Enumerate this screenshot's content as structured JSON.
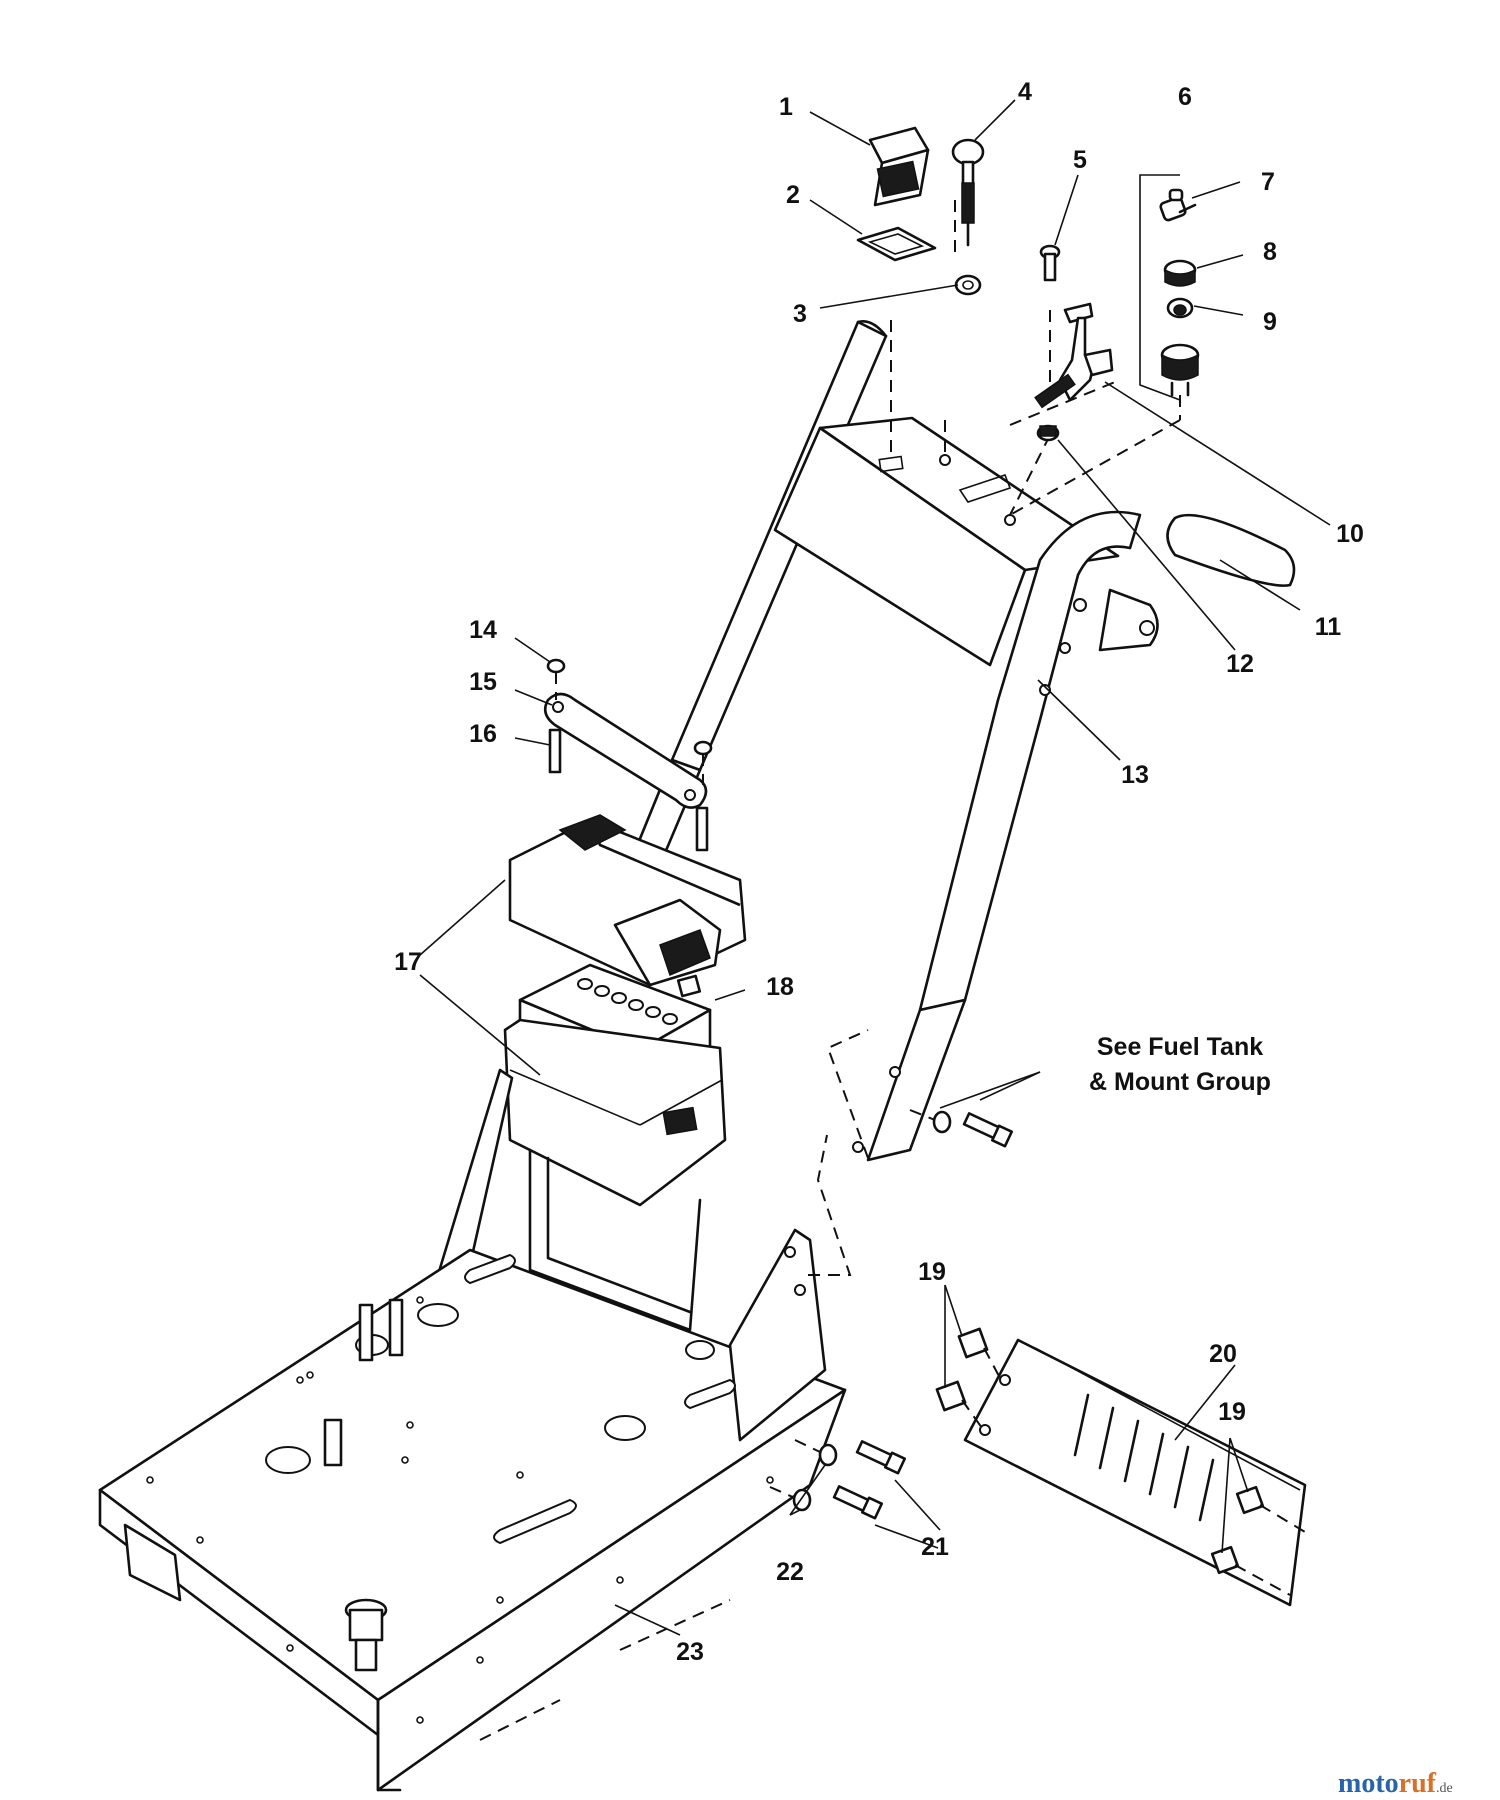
{
  "diagram": {
    "callouts": [
      {
        "id": "1",
        "text": "1"
      },
      {
        "id": "2",
        "text": "2"
      },
      {
        "id": "3",
        "text": "3"
      },
      {
        "id": "4",
        "text": "4"
      },
      {
        "id": "5",
        "text": "5"
      },
      {
        "id": "6",
        "text": "6"
      },
      {
        "id": "7",
        "text": "7"
      },
      {
        "id": "8",
        "text": "8"
      },
      {
        "id": "9",
        "text": "9"
      },
      {
        "id": "10",
        "text": "10"
      },
      {
        "id": "11",
        "text": "11"
      },
      {
        "id": "12",
        "text": "12"
      },
      {
        "id": "13",
        "text": "13"
      },
      {
        "id": "14",
        "text": "14"
      },
      {
        "id": "15",
        "text": "15"
      },
      {
        "id": "16",
        "text": "16"
      },
      {
        "id": "17",
        "text": "17"
      },
      {
        "id": "18",
        "text": "18"
      },
      {
        "id": "19a",
        "text": "19"
      },
      {
        "id": "19b",
        "text": "19"
      },
      {
        "id": "20",
        "text": "20"
      },
      {
        "id": "21",
        "text": "21"
      },
      {
        "id": "22",
        "text": "22"
      },
      {
        "id": "23",
        "text": "23"
      }
    ],
    "note": {
      "line1": "See Fuel Tank",
      "line2": "& Mount Group"
    }
  },
  "watermark": {
    "part1": "moto",
    "part2": "ruf",
    "suffix": ".de"
  },
  "colors": {
    "ink": "#111111",
    "background": "#ffffff",
    "watermark_blue": "#2a64a8",
    "watermark_orange": "#d8702a"
  }
}
